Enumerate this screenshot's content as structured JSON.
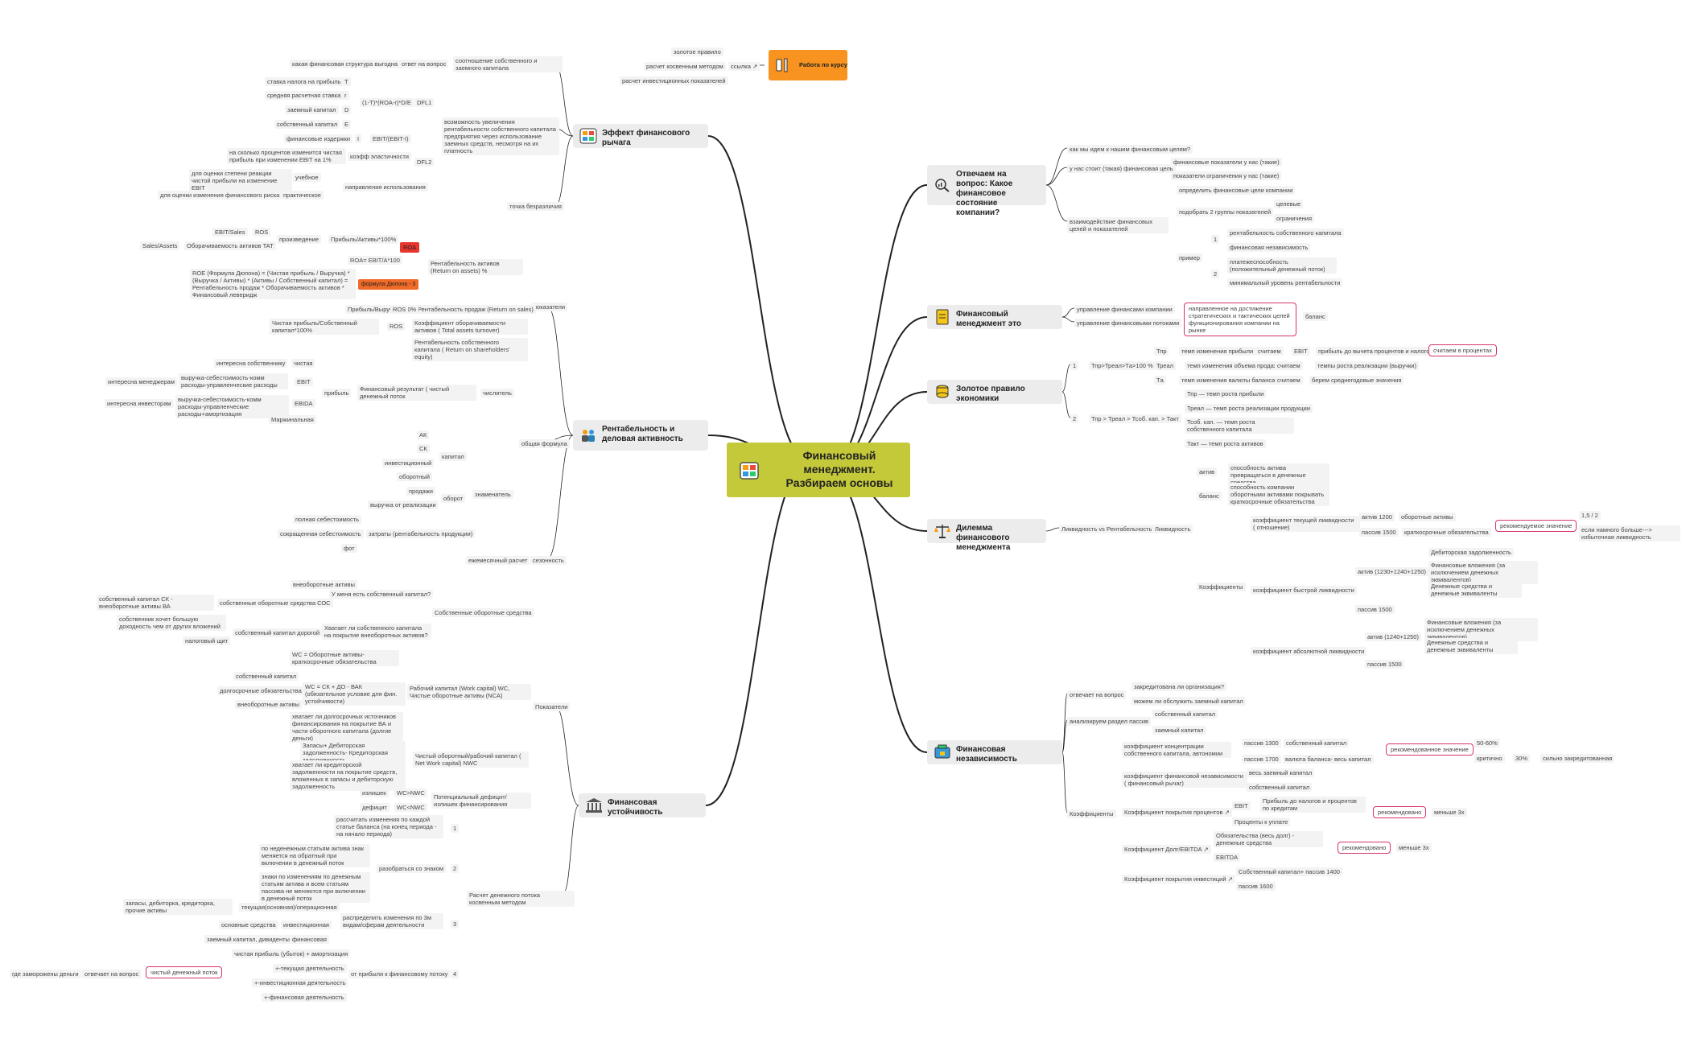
{
  "central": {
    "title": "Финансовый менеджмент. Разбираем основы"
  },
  "top_link": {
    "label": "Работа по курсу",
    "link_label": "ссылка",
    "items": [
      "золотое правило",
      "расчет косвенным методом",
      "расчет инвестиционных показателей"
    ]
  },
  "left": {
    "leverage": {
      "title": "Эффект финансового рычага",
      "q_ans": "какая финансовая структура выгодна",
      "q_label": "ответ на вопрос",
      "q_target": "соотношение собственного и заемного капитала",
      "possibility": "возможность увеличения рентабельности собственного капитала предприятия через использование заемных средств, несмотря на их платность",
      "dfl1": "DFL1",
      "dfl1_formula": "(1-T)*(ROA-r)*D/E",
      "dfl1_items": [
        {
          "label": "ставка налога на прибыль",
          "sym": "T"
        },
        {
          "label": "средняя расчетная ставка",
          "sym": "r"
        },
        {
          "label": "заемный капитал",
          "sym": "D"
        },
        {
          "label": "собственный капитал",
          "sym": "E"
        }
      ],
      "dfl2": "DFL2",
      "fin_costs": "финансовые издержки",
      "fin_costs_sym": "I",
      "dfl2_formula": "EBIT/(EBIT-I)",
      "elasticity": "коэфф эластичности",
      "elasticity_desc": "на сколько процентов изменится чистая прибыль при изменении EBIT на 1%",
      "usage": "направления использования",
      "edu": "учебное",
      "edu_desc": "для оценки степени реакции чистой прибыли на изменение EBIT",
      "practical": "практическое",
      "practical_desc": "для оценки изменения финансового риска",
      "breakeven": "точка безразличия"
    },
    "profitability": {
      "title": "Рентабельность и деловая активность",
      "indicators": "показатели",
      "roa_title": "Рентабельность активов (Return on assets) %",
      "roa_formula": "Прибыль/Активы*100%",
      "roa_tag": "ROA",
      "roa_product": "произведение",
      "ebit_sales": "EBIT/Sales",
      "ros_tag": "ROS",
      "sales_assets": "Sales/Assets",
      "turnover_ta": "Оборачиваемость активов TAT",
      "roa_ebit": "ROA= EBIT/A*100",
      "dupont_tag": "формула Дюпона - 3",
      "dupont_desc": "ROE (Формула Дюпона) = (Чистая прибыль / Выручка) * (Выручка / Активы) * (Активы / Собственный капитал) = Рентабельность продаж * Оборачиваемость активов * Финансовый леверидж",
      "ros_title": "Рентабельность продаж (Return on sales)",
      "ros_formula": "Прибыль/Выручку*100%",
      "tat_title": "Коэффициент оборачиваемости активов ( Total assets turnover)",
      "roe_formula": "Чистая прибыль/Собственный капитал*100%",
      "roe_title": "Рентабельность собственного капитала ( Return on shareholders' equity)",
      "general_formula": "общая формула",
      "numerator": "числитель",
      "fin_result": "Финансовый результат ( чистый денежный поток",
      "profit": "прибыль",
      "profit_items": [
        {
          "who": "",
          "desc": "интересна собственнику",
          "tag": "чистая"
        },
        {
          "who": "интересна менеджерам",
          "desc": "выручка-себестоимость-комм расходы-управленческие расходы",
          "tag": "EBIT"
        },
        {
          "who": "интересна инвесторам",
          "desc": "выручка-себестоимость-комм расходы-управленческие расходы+амортизация",
          "tag": "EBIDA"
        },
        {
          "who": "",
          "desc": "",
          "tag": "Маржинальная"
        }
      ],
      "denominator": "знаменатель",
      "capital": "капитал",
      "capital_items": [
        "АК",
        "СК",
        "инвестиционный",
        "оборотный"
      ],
      "turnover": "оборот",
      "turnover_items": [
        "продажи",
        "выручка от реализации"
      ],
      "costs": "затраты (рентабельность продукции)",
      "costs_items": [
        "полная себестоимость",
        "сокращенная себестоимость",
        "фот"
      ],
      "seasonality": "сезонность",
      "monthly": "ежемесячный расчет"
    },
    "stability": {
      "title": "Финансовая устойчивость",
      "indicators": "Показатели",
      "own_wc": "Собственные оборотные средства",
      "q_own": "У меня есть собственный капитал?",
      "sos": "собственные оборотные средства СОС",
      "noncurrent": "внеоборотные активы",
      "sos_formula": "собственный капитал СК - внеоборотные активы ВА",
      "q_enough": "Хватает ли собственного капитала на покрытие внеоборотных активов?",
      "expensive": "собственный капитал дорогой",
      "owner_wants": "собственник хочет большую доходность чем от других вложений",
      "tax_shield": "налоговый щит",
      "working_cap": "Рабочий капитал (Work capital) WC, Чистые оборотные активы (NCA)",
      "wc_formula1": "WC = Оборотные активы-краткосрочные обязательства",
      "wc_formula2": "WC = СК + ДО - ВАК (обязательное условие для фин. устойчивости)",
      "wc_items": [
        "собственный капитал",
        "долгосрочные обязательства",
        "внеоборотные активы"
      ],
      "wc_desc": "хватает ли долгосрочных источников финансирования на покрытие ВА и части оборотного капитала (долгие деньги)",
      "nwc": "Чистый оборотный/рабочий капитал ( Net Work capital) NWC",
      "nwc_formula": "Запасы+ Дебиторская задолженность- Кредиторская задолженность",
      "nwc_desc": "хватает ли кредиторской задолженности на покрытие средств, вложенных в запасы и дебиторскую задолженность",
      "potential": "Потенциальный дефицит/излишек финансирования",
      "surplus": "излишек",
      "surplus_f": "WC>NWC",
      "deficit": "дефицит",
      "deficit_f": "WC<NWC",
      "cashflow": "Расчет денежного потока косвенным методом",
      "steps": [
        {
          "n": "1",
          "text": "рассчитать изменения по каждой статье баланса (на конец периода - на начало периода)"
        },
        {
          "n": "2",
          "text": "разобраться со знаком"
        },
        {
          "n": "3",
          "text": "распределить изменения по 3м видам/сферам деятельности"
        },
        {
          "n": "4",
          "text": "от прибыли к финансовому потоку"
        }
      ],
      "sign1": "по неденежным статьям актива знак меняется на обратный при включении в денежный поток",
      "sign2": "знаки по изменениям по денежным статьям актива и всем статьям пассива не меняются при включении в денежный поток",
      "cf_types": [
        {
          "src": "запасы, дебиторка, кредиторка, прочие активы",
          "type": "текущая(основная)/операционная"
        },
        {
          "src": "основные средства",
          "type": "инвестиционная"
        },
        {
          "src": "заемный капитал, дивиденты",
          "type": "финансовая"
        }
      ],
      "flow_items": [
        "чистая прибыль (убыток) + амортизация",
        "+-текущая деятельность",
        "+-инвестиционная деятельность",
        "+-финансовая деятельность"
      ],
      "net_cf": "чистый денежный поток",
      "net_cf_q": "отвечает на вопрос",
      "net_cf_ans": "где заморожены деньги"
    }
  },
  "right": {
    "question": {
      "title": "Отвечаем на вопрос: Какое финансовое состояние компании?",
      "items": [
        "как мы идем к нашим финансовым целям?",
        "у нас стоит (такая) финансовая цель",
        "взаимодействие финансовых целей и показателей"
      ],
      "goal_items": [
        "финансовые показатели у нас (такие)",
        "показатели ограничения у нас (такие)"
      ],
      "inter_items": [
        "определить финансовые цели компании",
        "подобрать 2 группы показателей",
        "пример"
      ],
      "groups": [
        "целевые",
        "ограничения"
      ],
      "ex1": [
        "рентабельность собственного капитала",
        "финансовая независимость"
      ],
      "ex2": [
        "платежеспособность (положительный денежный поток)",
        "минимальный уровень рентабельности"
      ],
      "n1": "1",
      "n2": "2"
    },
    "management": {
      "title": "Финансовый менеджмент это",
      "items": [
        "управление финансами компании",
        "управление финансовыми потоками"
      ],
      "desc": "направленное на достижение стратегических и тактических целей функционирования компании на рынке",
      "balance": "баланс"
    },
    "golden": {
      "title": "Золотое правило экономики",
      "r1_n": "1",
      "r1": "Тпр>Треал>Тa>100 %",
      "rows": [
        {
          "sym": "Тпр",
          "desc": "темп изменения прибыли",
          "calc": "считаем",
          "base": "EBIT",
          "note": "прибыль до вычета процентов и налогов"
        },
        {
          "sym": "Треал",
          "desc": "темп изменения объема продаж",
          "calc": "считаем",
          "base": "",
          "note": "темпы роста реализации (выручки)"
        },
        {
          "sym": "Тa",
          "desc": "темп изменения валюты баланса",
          "calc": "считаем",
          "base": "",
          "note": "берем среднегодовые значения"
        }
      ],
      "percent": "считаем в процентах",
      "r2_n": "2",
      "r2": "Тпр > Треал > Тсоб. кап. > Такт",
      "r2_items": [
        "Тпр — темп роста прибыли",
        "Треал — темп роста реализации продукции",
        "Тсоб. кап. — темп роста собственного капитала",
        "Такт — темп роста активов"
      ]
    },
    "dilemma": {
      "title": "Дилемма финансового менеджмента",
      "vs": "Ликвидность vs Рентабельность",
      "liquidity": "Ликвидность",
      "asset": "актив",
      "asset_desc": "способность актива превращаться в денежные средства",
      "balance": "баланс",
      "balance_desc": "способность компании оборотными активами покрывать краткосрочные обязательства",
      "coeffs": "Коэффициенты",
      "current": "коэффициент текущей ликвидности ( отношение)",
      "current_items": [
        {
          "a": "актив 1200",
          "b": "оборотные активы"
        },
        {
          "a": "пассив 1500",
          "b": "краткосрочные обязательства"
        }
      ],
      "recommended": "рекомендуемое значение",
      "rec_vals": [
        "1,5 / 2",
        "если намного больше---> избыточная ликвидность"
      ],
      "quick": "коэффициент быстрой ликвидности",
      "quick_a": "актив (1230+1240+1250)",
      "quick_items": [
        "Дебиторская задолженность",
        "Финансовые вложения (за исключением денежных эквивалентов)",
        "Денежные средства и денежные эквиваленты"
      ],
      "quick_p": "пассив 1500",
      "abs": "коэффициент абсолютной ликвидности",
      "abs_a": "актив (1240+1250)",
      "abs_items": [
        "Финансовые вложения (за исключением денежных эквивалентов)",
        "Денежные средства и денежные эквиваленты"
      ],
      "abs_p": "пассив 1500"
    },
    "independence": {
      "title": "Финансовая независимость",
      "q": "отвечает на вопрос",
      "q_items": [
        "закредитована ли организация?",
        "можем ли обслужить заемный капитал"
      ],
      "analyze": "анализируем раздел пассив",
      "analyze_items": [
        "собственный капитал",
        "заемный капитал"
      ],
      "coeffs": "Коэффициенты",
      "k1": "коэффициент концентрации собственного капитала, автономии",
      "k1_items": [
        {
          "a": "пассив 1300",
          "b": "собственный капитал"
        },
        {
          "a": "пассив 1700",
          "b": "валюта баланса- весь капитал"
        }
      ],
      "k1_rec": "рекомендованное значение",
      "k1_rec_val": "50-60%",
      "k1_crit": "критично",
      "k1_crit_val": "30%",
      "k1_crit_desc": "сильно закредитованная",
      "k2": "коэффициент финансовой независимости ( финансовый рычаг)",
      "k2_items": [
        "весь заемный капитал",
        "собственный капитал"
      ],
      "k3": "Коэффициент покрытия процентов",
      "k3_items": [
        "EBIT",
        "Прибыль до налогов и процентов по кредитам",
        "Проценты к уплате"
      ],
      "k3_rec": "рекомендовано",
      "k3_val": "меньше 3х",
      "k4": "Коэффициент Долг/EBITDA",
      "k4_items": [
        "Обязательства (весь долг) - денежные средства",
        "EBITDA"
      ],
      "k4_rec": "рекомендовано",
      "k4_val": "меньше 3х",
      "k5": "Коэффициент покрытия инвестиций",
      "k5_items": [
        "Собственный капитал+ пассив 1400",
        "пассив 1600"
      ]
    }
  }
}
